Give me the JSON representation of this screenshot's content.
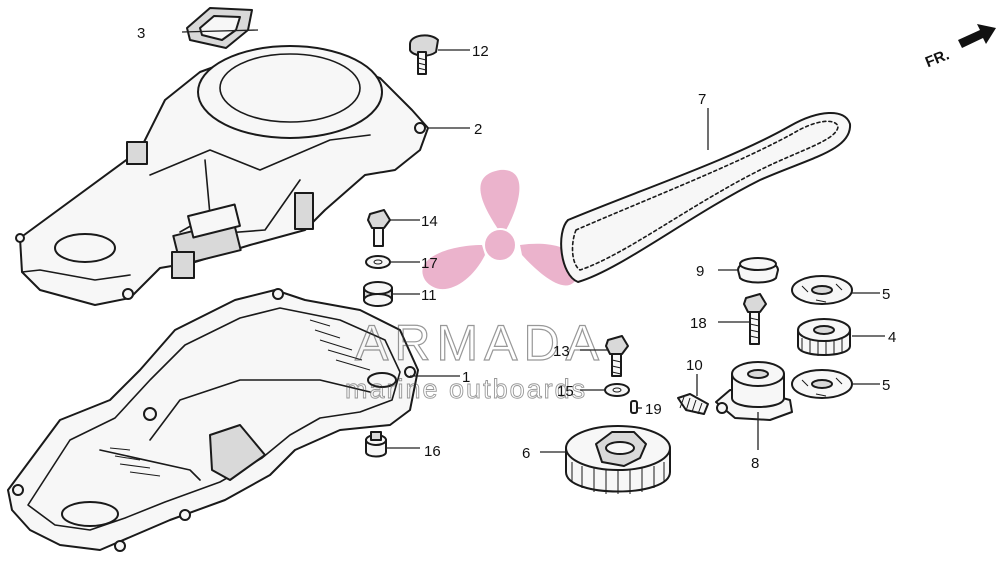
{
  "callouts": {
    "c1": "1",
    "c2": "2",
    "c3": "3",
    "c4": "4",
    "c5a": "5",
    "c5b": "5",
    "c6": "6",
    "c7": "7",
    "c8": "8",
    "c9": "9",
    "c10": "10",
    "c11": "11",
    "c12": "12",
    "c13": "13",
    "c14": "14",
    "c15": "15",
    "c16": "16",
    "c17": "17",
    "c18": "18",
    "c19": "19"
  },
  "direction_label": "FR.",
  "watermark": {
    "title": "ARMADA",
    "subtitle": "marine outboards",
    "logo_color": "#e8a6c4"
  },
  "colors": {
    "line": "#1a1a1a",
    "part_fill": "#f7f7f7",
    "shade": "#d9d9d9"
  }
}
